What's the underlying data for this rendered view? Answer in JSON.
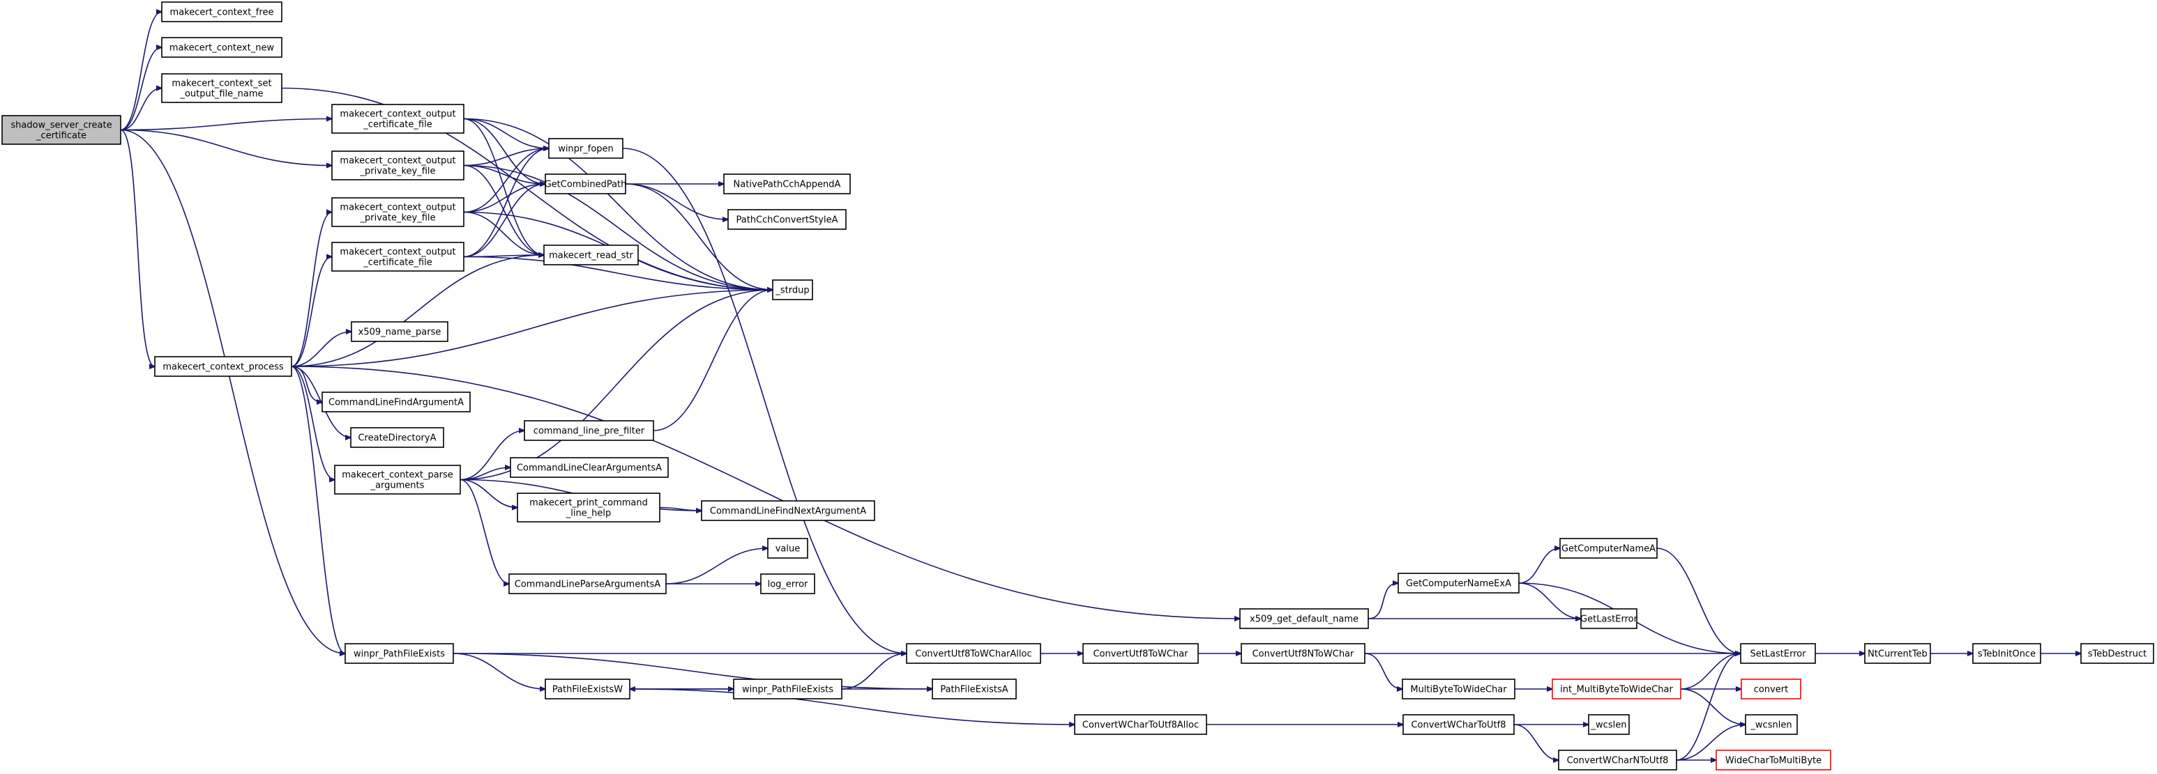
{
  "colors": {
    "edge": "#191970",
    "node_border": "#000000",
    "truncated_border": "#ff0000",
    "root_fill": "#bfbfbf",
    "node_fill": "#ffffff"
  },
  "nodes": [
    {
      "id": "root",
      "lines": [
        "shadow_server_create",
        "_certificate"
      ],
      "style": "root"
    },
    {
      "id": "ctx_free",
      "lines": [
        "makecert_context_free"
      ]
    },
    {
      "id": "ctx_new",
      "lines": [
        "makecert_context_new"
      ]
    },
    {
      "id": "ctx_set_out",
      "lines": [
        "makecert_context_set",
        "_output_file_name"
      ]
    },
    {
      "id": "out_cert_1",
      "lines": [
        "makecert_context_output",
        "_certificate_file"
      ]
    },
    {
      "id": "out_key_1",
      "lines": [
        "makecert_context_output",
        "_private_key_file"
      ]
    },
    {
      "id": "out_key_2",
      "lines": [
        "makecert_context_output",
        "_private_key_file"
      ]
    },
    {
      "id": "out_cert_2",
      "lines": [
        "makecert_context_output",
        "_certificate_file"
      ]
    },
    {
      "id": "ctx_process",
      "lines": [
        "makecert_context_process"
      ]
    },
    {
      "id": "x509_parse",
      "lines": [
        "x509_name_parse"
      ]
    },
    {
      "id": "cl_find",
      "lines": [
        "CommandLineFindArgumentA"
      ]
    },
    {
      "id": "create_dir",
      "lines": [
        "CreateDirectoryA"
      ]
    },
    {
      "id": "parse_args",
      "lines": [
        "makecert_context_parse",
        "_arguments"
      ]
    },
    {
      "id": "winpr_pfe",
      "lines": [
        "winpr_PathFileExists"
      ]
    },
    {
      "id": "winpr_fopen",
      "lines": [
        "winpr_fopen"
      ]
    },
    {
      "id": "get_comb",
      "lines": [
        "GetCombinedPath"
      ]
    },
    {
      "id": "read_str",
      "lines": [
        "makecert_read_str"
      ]
    },
    {
      "id": "strdup",
      "lines": [
        "_strdup"
      ]
    },
    {
      "id": "cl_pre",
      "lines": [
        "command_line_pre_filter"
      ]
    },
    {
      "id": "cl_clear",
      "lines": [
        "CommandLineClearArgumentsA"
      ]
    },
    {
      "id": "print_help",
      "lines": [
        "makecert_print_command",
        "_line_help"
      ]
    },
    {
      "id": "cl_parse",
      "lines": [
        "CommandLineParseArgumentsA"
      ]
    },
    {
      "id": "pfe_w",
      "lines": [
        "PathFileExistsW"
      ]
    },
    {
      "id": "npc_append",
      "lines": [
        "NativePathCchAppendA"
      ]
    },
    {
      "id": "pcc_style",
      "lines": [
        "PathCchConvertStyleA"
      ]
    },
    {
      "id": "cl_next",
      "lines": [
        "CommandLineFindNextArgumentA"
      ]
    },
    {
      "id": "value",
      "lines": [
        "value"
      ]
    },
    {
      "id": "log_error",
      "lines": [
        "log_error"
      ]
    },
    {
      "id": "winpr_pfe2",
      "lines": [
        "winpr_PathFileExists"
      ]
    },
    {
      "id": "cu8_wca",
      "lines": [
        "ConvertUtf8ToWCharAlloc"
      ]
    },
    {
      "id": "pfe_a",
      "lines": [
        "PathFileExistsA"
      ]
    },
    {
      "id": "cu8_wc",
      "lines": [
        "ConvertUtf8ToWChar"
      ]
    },
    {
      "id": "cwc_u8a",
      "lines": [
        "ConvertWCharToUtf8Alloc"
      ]
    },
    {
      "id": "x509_def",
      "lines": [
        "x509_get_default_name"
      ]
    },
    {
      "id": "cu8n_wc",
      "lines": [
        "ConvertUtf8NToWChar"
      ]
    },
    {
      "id": "gcn_exa",
      "lines": [
        "GetComputerNameExA"
      ]
    },
    {
      "id": "mb_wc",
      "lines": [
        "MultiByteToWideChar"
      ]
    },
    {
      "id": "cwc_u8",
      "lines": [
        "ConvertWCharToUtf8"
      ]
    },
    {
      "id": "gcn_a",
      "lines": [
        "GetComputerNameA"
      ]
    },
    {
      "id": "get_last",
      "lines": [
        "GetLastError"
      ]
    },
    {
      "id": "int_mb_wc",
      "lines": [
        "int_MultiByteToWideChar"
      ],
      "style": "truncated"
    },
    {
      "id": "wcslen",
      "lines": [
        "_wcslen"
      ]
    },
    {
      "id": "cwcn_u8",
      "lines": [
        "ConvertWCharNToUtf8"
      ]
    },
    {
      "id": "set_last",
      "lines": [
        "SetLastError"
      ]
    },
    {
      "id": "convert",
      "lines": [
        "convert"
      ],
      "style": "truncated"
    },
    {
      "id": "wcsnlen",
      "lines": [
        "_wcsnlen"
      ]
    },
    {
      "id": "wc_mb",
      "lines": [
        "WideCharToMultiByte"
      ],
      "style": "truncated"
    },
    {
      "id": "nt_teb",
      "lines": [
        "NtCurrentTeb"
      ]
    },
    {
      "id": "teb_init",
      "lines": [
        "sTebInitOnce"
      ]
    },
    {
      "id": "teb_destruct",
      "lines": [
        "sTebDestruct"
      ]
    }
  ],
  "edges": [
    [
      "root",
      "ctx_free"
    ],
    [
      "root",
      "ctx_new"
    ],
    [
      "root",
      "ctx_set_out"
    ],
    [
      "root",
      "out_cert_1"
    ],
    [
      "root",
      "out_key_1"
    ],
    [
      "root",
      "ctx_process"
    ],
    [
      "root",
      "winpr_pfe"
    ],
    [
      "ctx_set_out",
      "strdup"
    ],
    [
      "out_cert_1",
      "winpr_fopen"
    ],
    [
      "out_cert_1",
      "get_comb"
    ],
    [
      "out_cert_1",
      "read_str"
    ],
    [
      "out_cert_1",
      "strdup"
    ],
    [
      "out_key_1",
      "winpr_fopen"
    ],
    [
      "out_key_1",
      "get_comb"
    ],
    [
      "out_key_1",
      "read_str"
    ],
    [
      "out_key_1",
      "strdup"
    ],
    [
      "out_key_2",
      "winpr_fopen"
    ],
    [
      "out_key_2",
      "get_comb"
    ],
    [
      "out_key_2",
      "read_str"
    ],
    [
      "out_key_2",
      "strdup"
    ],
    [
      "out_cert_2",
      "winpr_fopen"
    ],
    [
      "out_cert_2",
      "get_comb"
    ],
    [
      "out_cert_2",
      "read_str"
    ],
    [
      "out_cert_2",
      "strdup"
    ],
    [
      "ctx_process",
      "out_key_2"
    ],
    [
      "ctx_process",
      "out_cert_2"
    ],
    [
      "ctx_process",
      "read_str"
    ],
    [
      "ctx_process",
      "strdup"
    ],
    [
      "ctx_process",
      "x509_parse"
    ],
    [
      "ctx_process",
      "cl_find"
    ],
    [
      "ctx_process",
      "create_dir"
    ],
    [
      "ctx_process",
      "parse_args"
    ],
    [
      "ctx_process",
      "winpr_pfe"
    ],
    [
      "ctx_process",
      "x509_def"
    ],
    [
      "winpr_fopen",
      "cu8_wca"
    ],
    [
      "get_comb",
      "npc_append"
    ],
    [
      "get_comb",
      "pcc_style"
    ],
    [
      "get_comb",
      "strdup"
    ],
    [
      "parse_args",
      "strdup"
    ],
    [
      "parse_args",
      "cl_pre"
    ],
    [
      "parse_args",
      "cl_clear"
    ],
    [
      "parse_args",
      "print_help"
    ],
    [
      "parse_args",
      "cl_next"
    ],
    [
      "parse_args",
      "cl_parse"
    ],
    [
      "cl_pre",
      "strdup"
    ],
    [
      "print_help",
      "cl_next"
    ],
    [
      "cl_parse",
      "value"
    ],
    [
      "cl_parse",
      "log_error"
    ],
    [
      "winpr_pfe",
      "cu8_wca"
    ],
    [
      "winpr_pfe",
      "pfe_w"
    ],
    [
      "winpr_pfe",
      "pfe_a"
    ],
    [
      "pfe_w",
      "winpr_pfe2"
    ],
    [
      "pfe_w",
      "cwc_u8a"
    ],
    [
      "winpr_pfe2",
      "pfe_w"
    ],
    [
      "winpr_pfe2",
      "cu8_wca"
    ],
    [
      "winpr_pfe2",
      "pfe_a"
    ],
    [
      "cu8_wca",
      "cu8_wc"
    ],
    [
      "cu8_wc",
      "cu8n_wc"
    ],
    [
      "cu8n_wc",
      "set_last"
    ],
    [
      "cu8n_wc",
      "mb_wc"
    ],
    [
      "cwc_u8a",
      "cwc_u8"
    ],
    [
      "cwc_u8",
      "wcslen"
    ],
    [
      "cwc_u8",
      "cwcn_u8"
    ],
    [
      "x509_def",
      "gcn_exa"
    ],
    [
      "x509_def",
      "get_last"
    ],
    [
      "gcn_exa",
      "gcn_a"
    ],
    [
      "gcn_exa",
      "get_last"
    ],
    [
      "gcn_exa",
      "set_last"
    ],
    [
      "gcn_a",
      "set_last"
    ],
    [
      "mb_wc",
      "int_mb_wc"
    ],
    [
      "int_mb_wc",
      "set_last"
    ],
    [
      "int_mb_wc",
      "convert"
    ],
    [
      "int_mb_wc",
      "wcsnlen"
    ],
    [
      "cwcn_u8",
      "set_last"
    ],
    [
      "cwcn_u8",
      "wcsnlen"
    ],
    [
      "cwcn_u8",
      "wc_mb"
    ],
    [
      "set_last",
      "nt_teb"
    ],
    [
      "nt_teb",
      "teb_init"
    ],
    [
      "teb_init",
      "teb_destruct"
    ]
  ]
}
